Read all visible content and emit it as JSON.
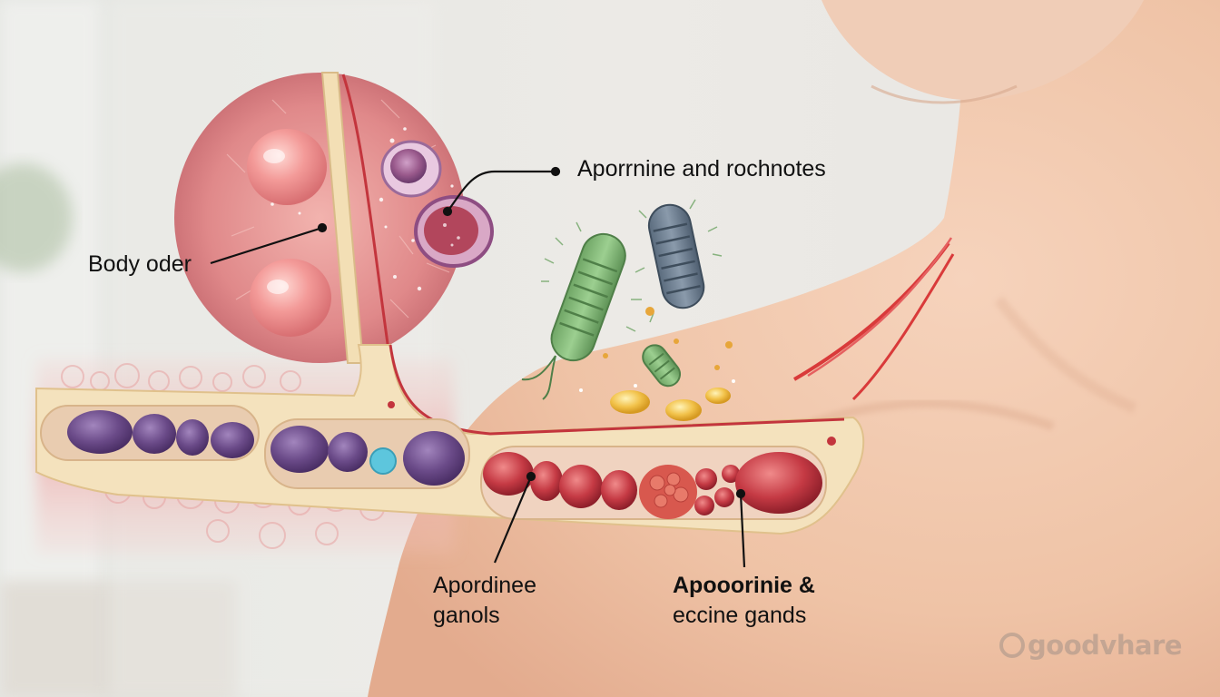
{
  "labels": {
    "body_odor": "Body oder",
    "apocrine_and_bacteria": "Aporrnine and rochnotes",
    "apocrine_glands_line1": "Apordinee",
    "apocrine_glands_line2": "ganols",
    "apocrine_eccrine_line1": "Apooorinie &",
    "apocrine_eccrine_line2": "eccine gands"
  },
  "watermark": "goodvhare",
  "colors": {
    "background": "#e9e7e3",
    "skin": "#f1c8ac",
    "tissue_pink": "#e69a98",
    "duct_cream": "#f3dfb5",
    "purple_gland": "#6b4a86",
    "red_gland": "#b9303a",
    "bacteria_green": "#86b87c",
    "bacteria_gray": "#6e7f8f",
    "blood_vessel": "#d93a3a"
  }
}
